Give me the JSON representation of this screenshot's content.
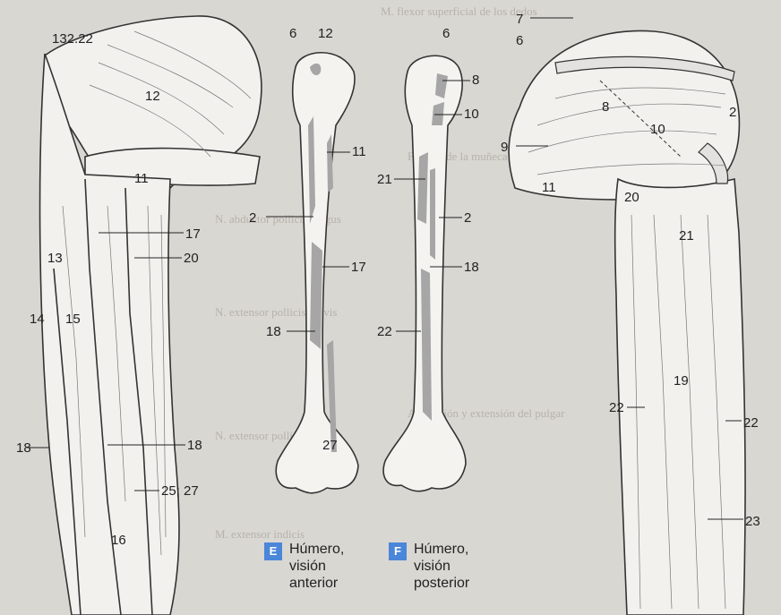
{
  "figure": {
    "captions": [
      {
        "letter": "E",
        "lines": [
          "Húmero,",
          "visión",
          "anterior"
        ]
      },
      {
        "letter": "F",
        "lines": [
          "Húmero,",
          "visión",
          "posterior"
        ]
      }
    ],
    "labels_left": [
      "132.22",
      "6",
      "12",
      "12",
      "11",
      "11",
      "2",
      "17",
      "17",
      "13",
      "20",
      "14",
      "15",
      "18",
      "18",
      "18",
      "25; 27",
      "27",
      "16"
    ],
    "labels_middle": [
      "6",
      "8",
      "10",
      "21",
      "2",
      "18",
      "22"
    ],
    "labels_right": [
      "7",
      "6",
      "8",
      "10",
      "9",
      "11",
      "2",
      "20",
      "21",
      "19",
      "22",
      "22",
      "23"
    ],
    "colors": {
      "highlight": "#4a86d9",
      "bone_mark": "#a6a6a6"
    }
  },
  "background_text": [
    "M. flexor superficial de los dedos",
    "Flexión de la muñeca y de los dedos",
    "N. abductor pollicis longus",
    "N. extensor pollicis brevis",
    "N. extensor pollicis longus",
    "M. extensor indicis",
    "Abducción y extensión del pulgar"
  ]
}
